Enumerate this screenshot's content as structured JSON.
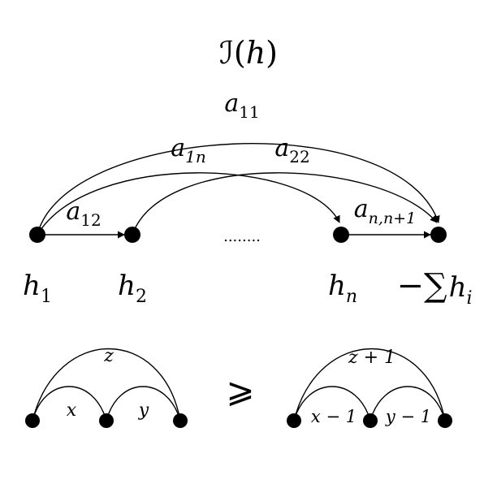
{
  "title": {
    "calligraphic": "ℐ",
    "open": "(",
    "var": "h",
    "close": ")"
  },
  "top_graph": {
    "nodes": [
      {
        "var": "h",
        "sub": "1"
      },
      {
        "var": "h",
        "sub": "2"
      },
      {
        "var": "h",
        "sub": "n"
      },
      {
        "prefix": "−∑",
        "var": "h",
        "sub": "i"
      }
    ],
    "ellipsis": "........",
    "edge_labels": {
      "a11": {
        "var": "a",
        "sub": "11"
      },
      "a1n": {
        "var": "a",
        "sub": "1n"
      },
      "a22": {
        "var": "a",
        "sub": "22"
      },
      "a12": {
        "var": "a",
        "sub": "12"
      },
      "ann1": {
        "var": "a",
        "sub": "n,n+1"
      }
    }
  },
  "bottom_left": {
    "labels": {
      "top": "z",
      "left": "x",
      "right": "y"
    }
  },
  "relation_symbol": "⩾",
  "bottom_right": {
    "labels": {
      "top": "z + 1",
      "left": "x − 1",
      "right": "y − 1"
    }
  }
}
